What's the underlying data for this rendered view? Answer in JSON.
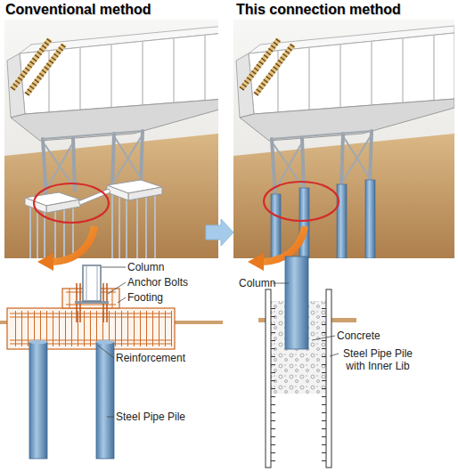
{
  "diagram": {
    "nodes": [
      {
        "text": [
          "Conventional method"
        ]
      },
      {
        "text": [
          "This connection method"
        ]
      }
    ],
    "edges": [
      {
        "from": 0,
        "to": 1,
        "arrow": "to"
      }
    ],
    "labels": [
      "Column",
      "Anchor Bolts",
      "Footing",
      "Reinforcement",
      "Steel Pipe Pile",
      "Column",
      "Concrete",
      "Steel Pipe Pile with Inner Lib"
    ]
  }
}
